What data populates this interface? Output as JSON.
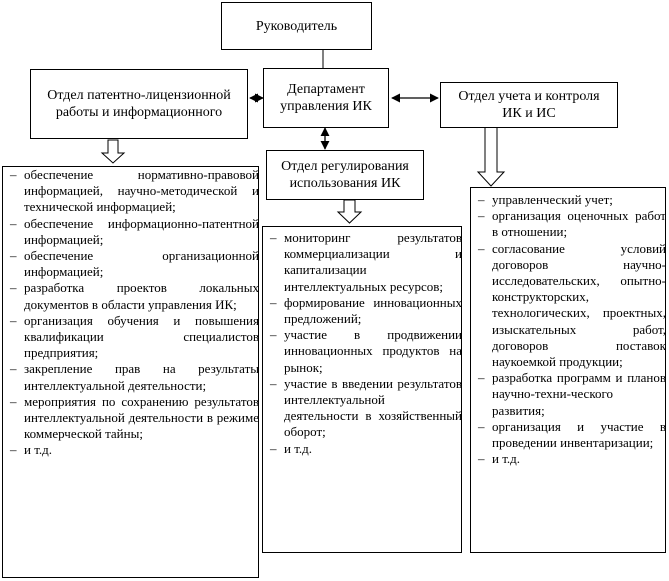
{
  "boxes": {
    "head": "Руководитель",
    "dept": "Департамент управления ИК",
    "patent": "Отдел патентно-лицензионной работы и информационного",
    "regulation": "Отдел регулирования использования ИК",
    "accounting": "Отдел учета и контроля ИК и ИС"
  },
  "lists": {
    "left": [
      "обеспечение нормативно-правовой информацией, научно-методической и технической информацией;",
      "обеспечение информационно-патентной информацией;",
      "обеспечение организационной информацией;",
      "разработка проектов локальных документов в области управления ИК;",
      "организация обучения и повышения квалификации специалистов предприятия;",
      "закрепление прав на результаты интеллектуальной деятельности;",
      "мероприятия по сохранению результатов интеллектуальной деятельности в режиме коммерческой тайны;",
      "и т.д."
    ],
    "middle": [
      "мониторинг результатов коммерциализации и капитализации интеллектуальных ресурсов;",
      "формирование инновационных предложений;",
      "участие в продвижении инновационных продуктов на рынок;",
      "участие в введении результатов интеллектуальной деятельности в хозяйственный оборот;",
      "и т.д."
    ],
    "right": [
      "управленческий учет;",
      "организация оценочных работ в отношении;",
      "согласование условий договоров научно-исследовательских, опытно-конструкторских, технологических, проектных, изыскательных работ, договоров поставок наукоемкой продукции;",
      "разработка программ и планов научно-техни-ческого развития;",
      "организация и участие в проведении инвентаризации;",
      "и т.д."
    ]
  }
}
